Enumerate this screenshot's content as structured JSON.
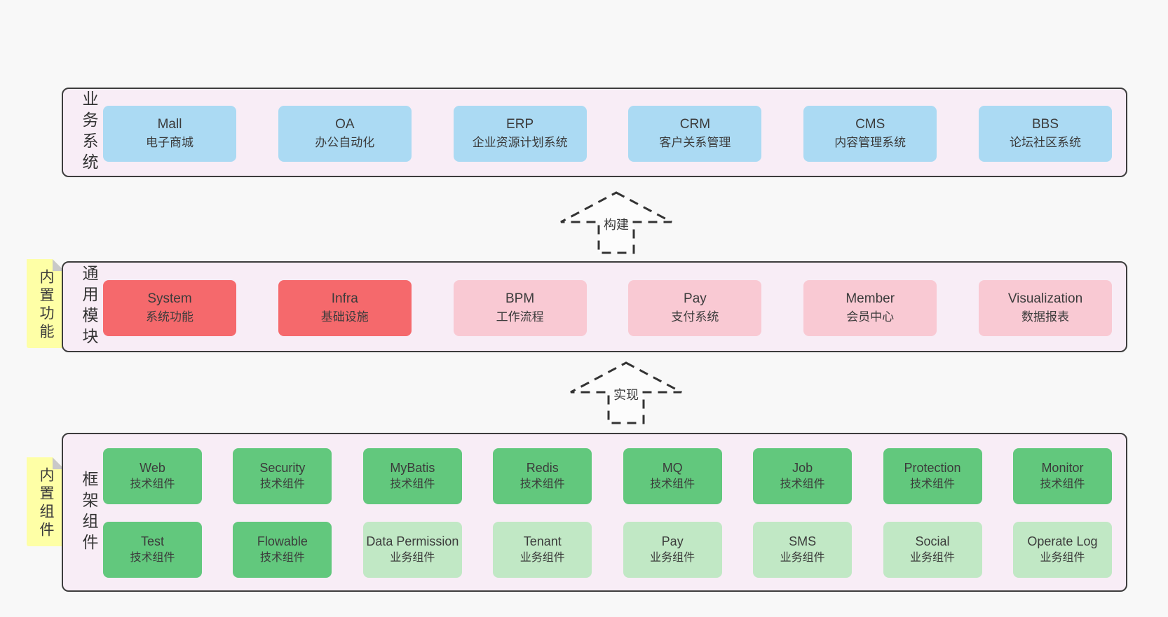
{
  "colors": {
    "page_bg": "#f8f8f8",
    "layer_bg": "#f8edf6",
    "layer_border": "#3d3d3d",
    "business_box": "#abdaf3",
    "core_module_box": "#f5696c",
    "module_box": "#f9c9d3",
    "tech_component_box": "#62c87d",
    "biz_component_box": "#c1e8c5",
    "sticky_note": "#feffa6",
    "text": "#3b3b3b"
  },
  "arrows": {
    "build": "构建",
    "implement": "实现"
  },
  "layers": {
    "business": {
      "label": "业务系统",
      "boxes": [
        {
          "name": "Mall",
          "desc": "电子商城",
          "type": "blue"
        },
        {
          "name": "OA",
          "desc": "办公自动化",
          "type": "blue"
        },
        {
          "name": "ERP",
          "desc": "企业资源计划系统",
          "type": "blue"
        },
        {
          "name": "CRM",
          "desc": "客户关系管理",
          "type": "blue"
        },
        {
          "name": "CMS",
          "desc": "内容管理系统",
          "type": "blue"
        },
        {
          "name": "BBS",
          "desc": "论坛社区系统",
          "type": "blue"
        }
      ]
    },
    "modules": {
      "label": "通用模块",
      "note": "内置功能",
      "boxes": [
        {
          "name": "System",
          "desc": "系统功能",
          "type": "red"
        },
        {
          "name": "Infra",
          "desc": "基础设施",
          "type": "red"
        },
        {
          "name": "BPM",
          "desc": "工作流程",
          "type": "pink"
        },
        {
          "name": "Pay",
          "desc": "支付系统",
          "type": "pink"
        },
        {
          "name": "Member",
          "desc": "会员中心",
          "type": "pink"
        },
        {
          "name": "Visualization",
          "desc": "数据报表",
          "type": "pink"
        }
      ]
    },
    "framework": {
      "label": "框架组件",
      "note": "内置组件",
      "rows": [
        [
          {
            "name": "Web",
            "desc": "技术组件",
            "type": "green"
          },
          {
            "name": "Security",
            "desc": "技术组件",
            "type": "green"
          },
          {
            "name": "MyBatis",
            "desc": "技术组件",
            "type": "green"
          },
          {
            "name": "Redis",
            "desc": "技术组件",
            "type": "green"
          },
          {
            "name": "MQ",
            "desc": "技术组件",
            "type": "green"
          },
          {
            "name": "Job",
            "desc": "技术组件",
            "type": "green"
          },
          {
            "name": "Protection",
            "desc": "技术组件",
            "type": "green"
          },
          {
            "name": "Monitor",
            "desc": "技术组件",
            "type": "green"
          }
        ],
        [
          {
            "name": "Test",
            "desc": "技术组件",
            "type": "green"
          },
          {
            "name": "Flowable",
            "desc": "技术组件",
            "type": "green"
          },
          {
            "name": "Data Permission",
            "desc": "业务组件",
            "type": "lgreen"
          },
          {
            "name": "Tenant",
            "desc": "业务组件",
            "type": "lgreen"
          },
          {
            "name": "Pay",
            "desc": "业务组件",
            "type": "lgreen"
          },
          {
            "name": "SMS",
            "desc": "业务组件",
            "type": "lgreen"
          },
          {
            "name": "Social",
            "desc": "业务组件",
            "type": "lgreen"
          },
          {
            "name": "Operate Log",
            "desc": "业务组件",
            "type": "lgreen"
          }
        ]
      ]
    }
  }
}
